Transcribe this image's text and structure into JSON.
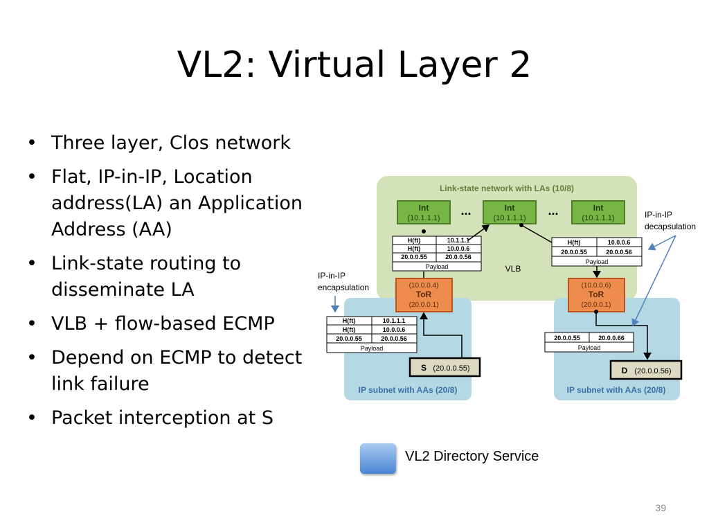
{
  "slide": {
    "title": "VL2: Virtual Layer 2",
    "bullets": [
      "Three layer, Clos network",
      "Flat, IP-in-IP, Location address(LA) an Application Address (AA)",
      "Link-state routing to disseminate LA",
      "VLB + flow-based ECMP",
      "Depend on ECMP to detect link failure",
      "Packet interception at S"
    ],
    "page_number": "39"
  },
  "diagram": {
    "link_state_label": "Link-state network with LAs (10/8)",
    "ellipsis": "...",
    "int_nodes": [
      {
        "name": "Int",
        "addr": "(10.1.1.1)"
      },
      {
        "name": "Int",
        "addr": "(10.1.1.1)"
      },
      {
        "name": "Int",
        "addr": "(10.1.1.1)"
      }
    ],
    "tor_left": {
      "ip": "(10.0.0.4)",
      "name": "ToR",
      "aa": "(20.0.0.1)"
    },
    "tor_right": {
      "ip": "(10.0.0.6)",
      "name": "ToR",
      "aa": "(20.0.0.1)"
    },
    "subnet_label": "IP subnet with AAs (20/8)",
    "source": {
      "name": "S",
      "addr": "(20.0.0.55)"
    },
    "dest": {
      "name": "D",
      "addr": "(20.0.0.56)"
    },
    "vlb": "VLB",
    "encap_label": [
      "IP-in-IP",
      "encapsulation"
    ],
    "decap_label": [
      "IP-in-IP",
      "decapsulation"
    ],
    "hft": "H(ft)",
    "payload": "Payload",
    "packet_top_left": [
      [
        "H(ft)",
        "10.1.1.1"
      ],
      [
        "H(ft)",
        "10.0.0.6"
      ],
      [
        "20.0.0.55",
        "20.0.0.56"
      ]
    ],
    "packet_top_right": [
      [
        "H(ft)",
        "10.0.0.6"
      ],
      [
        "20.0.0.55",
        "20.0.0.56"
      ]
    ],
    "packet_left": [
      [
        "H(ft)",
        "10.1.1.1"
      ],
      [
        "H(ft)",
        "10.0.0.6"
      ],
      [
        "20.0.0.55",
        "20.0.0.56"
      ]
    ],
    "packet_right": [
      [
        "20.0.0.55",
        "20.0.0.66"
      ]
    ]
  },
  "legend": {
    "label": "VL2 Directory Service"
  },
  "colors": {
    "link_state_bg": "#d3e2b8",
    "subnet_bg": "#b4d9e5",
    "int_fill": "#77b544",
    "tor_fill": "#ee8c4e",
    "host_fill": "#ddd9c3",
    "arrow_blue": "#4f81bd"
  }
}
